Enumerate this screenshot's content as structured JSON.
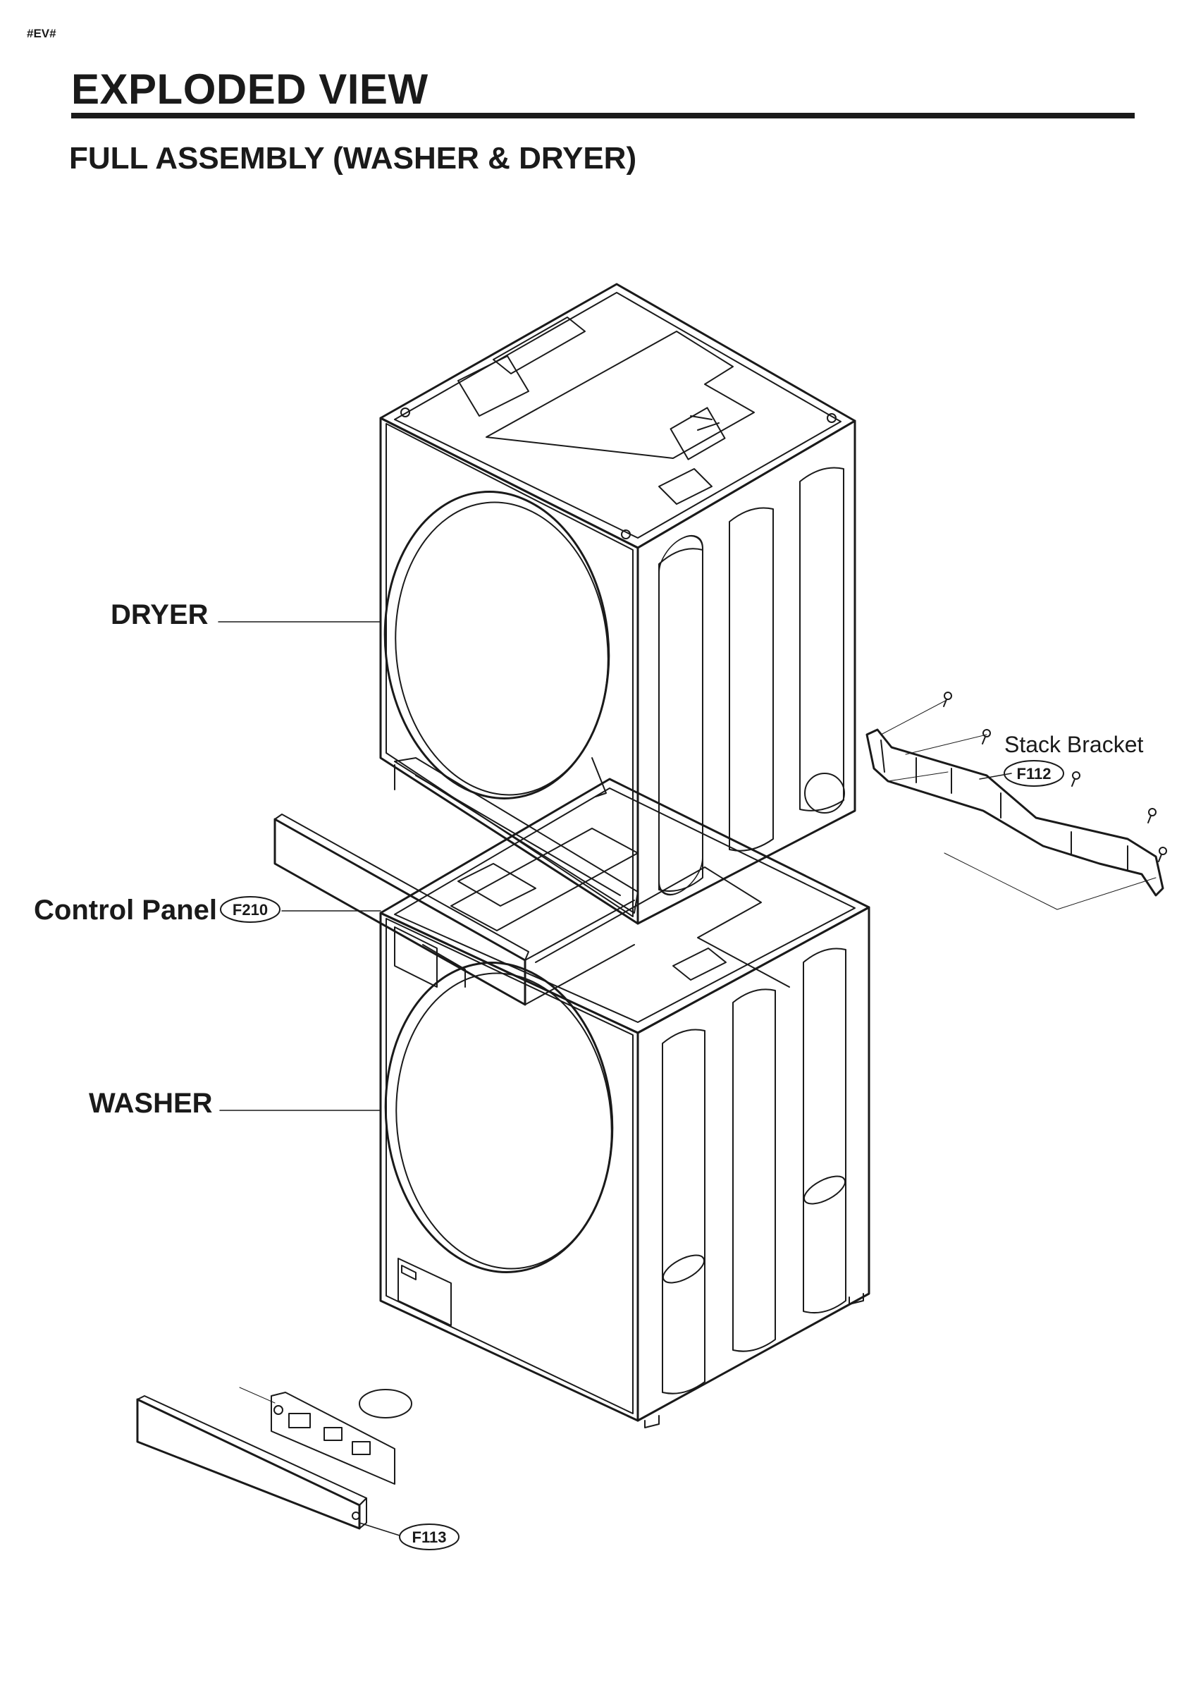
{
  "header": {
    "tag": "#EV#",
    "title": "EXPLODED VIEW",
    "section_title": "FULL ASSEMBLY (WASHER & DRYER)"
  },
  "labels": {
    "dryer": "DRYER",
    "washer": "WASHER",
    "control_panel": "Control Panel",
    "stack_bracket": "Stack Bracket"
  },
  "callouts": {
    "control_panel": "F210",
    "stack_bracket": "F112",
    "front_panel": "F113"
  }
}
